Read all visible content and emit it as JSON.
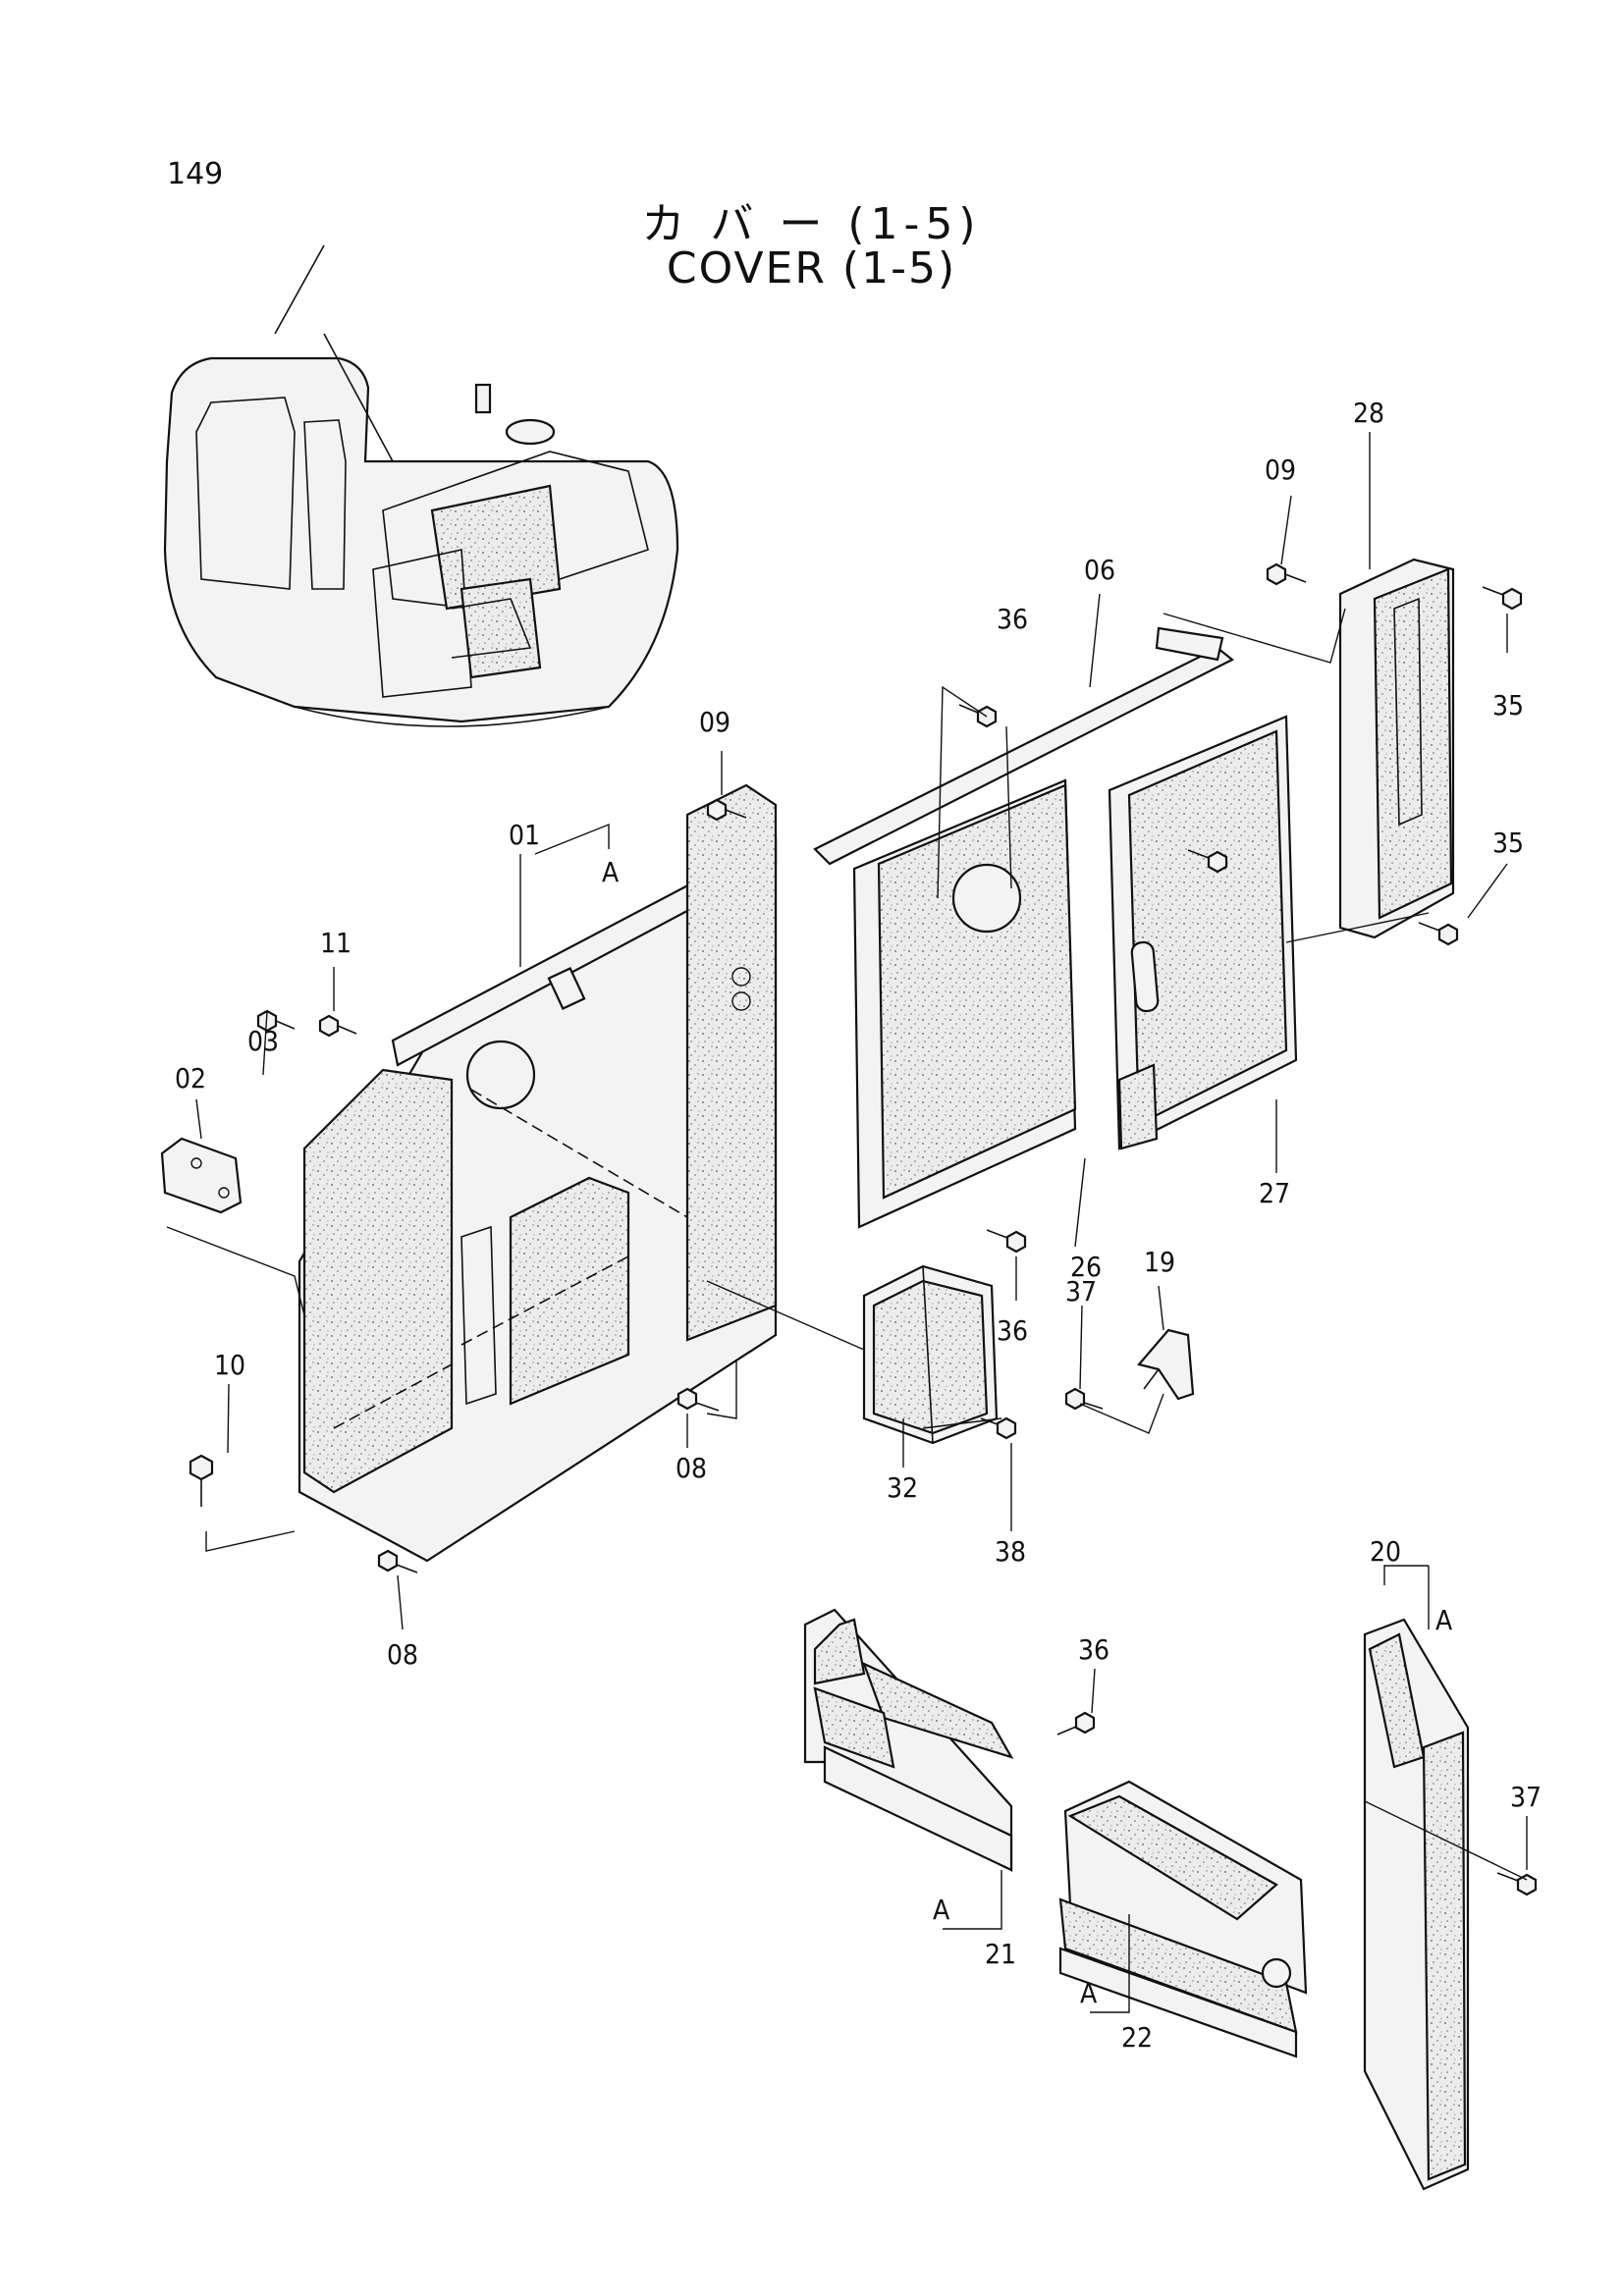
{
  "page": {
    "number": "149"
  },
  "title": {
    "japanese": "カ バ ー  (1-5)",
    "english": "COVER (1-5)"
  },
  "callouts": [
    {
      "id": "01"
    },
    {
      "id": "02"
    },
    {
      "id": "03"
    },
    {
      "id": "06"
    },
    {
      "id": "08a",
      "label": "08"
    },
    {
      "id": "08b",
      "label": "08"
    },
    {
      "id": "09a",
      "label": "09"
    },
    {
      "id": "09b",
      "label": "09"
    },
    {
      "id": "10"
    },
    {
      "id": "11"
    },
    {
      "id": "19"
    },
    {
      "id": "20"
    },
    {
      "id": "21"
    },
    {
      "id": "22"
    },
    {
      "id": "26"
    },
    {
      "id": "27"
    },
    {
      "id": "28"
    },
    {
      "id": "32"
    },
    {
      "id": "35a",
      "label": "35"
    },
    {
      "id": "35b",
      "label": "35"
    },
    {
      "id": "36a",
      "label": "36"
    },
    {
      "id": "36b",
      "label": "36"
    },
    {
      "id": "36c",
      "label": "36"
    },
    {
      "id": "37a",
      "label": "37"
    },
    {
      "id": "37b",
      "label": "37"
    },
    {
      "id": "38"
    }
  ],
  "reference_marks": [
    "A",
    "A",
    "A",
    "A"
  ]
}
